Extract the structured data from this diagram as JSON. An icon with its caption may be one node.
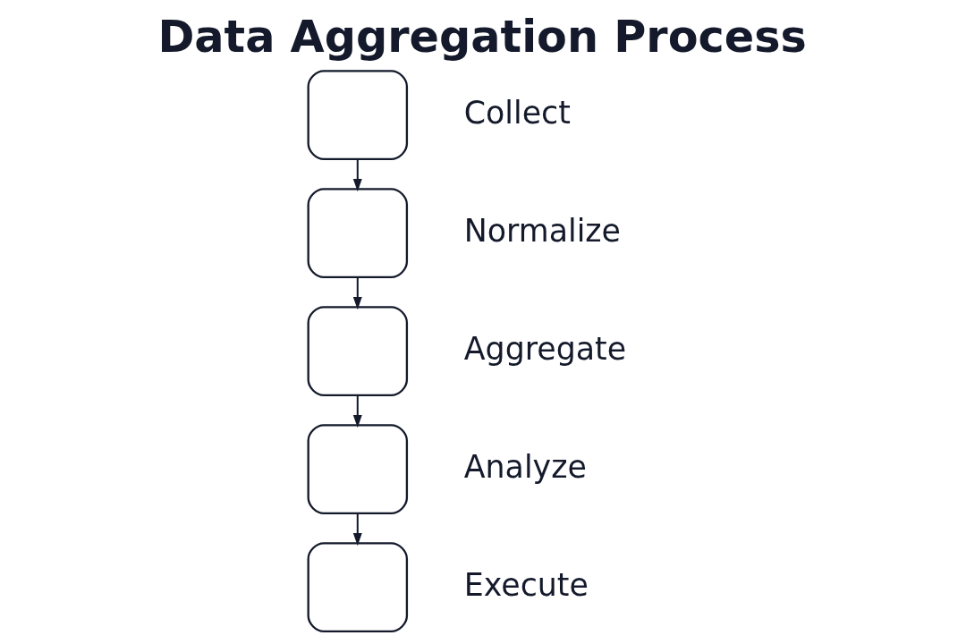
{
  "diagram": {
    "title": "Data Aggregation Process",
    "nodes": [
      {
        "text": [],
        "shape": "box",
        "beside": [
          "Collect"
        ]
      },
      {
        "text": [],
        "shape": "box",
        "beside": [
          "Normalize"
        ]
      },
      {
        "text": [],
        "shape": "box",
        "beside": [
          "Aggregate"
        ]
      },
      {
        "text": [],
        "shape": "box",
        "beside": [
          "Analyze"
        ]
      },
      {
        "text": [],
        "shape": "box",
        "beside": [
          "Execute"
        ]
      }
    ],
    "edges": [
      {
        "from": 0,
        "to": 1,
        "arrow": "to"
      },
      {
        "from": 1,
        "to": 2,
        "arrow": "to"
      },
      {
        "from": 2,
        "to": 3,
        "arrow": "to"
      },
      {
        "from": 3,
        "to": 4,
        "arrow": "to"
      }
    ]
  }
}
